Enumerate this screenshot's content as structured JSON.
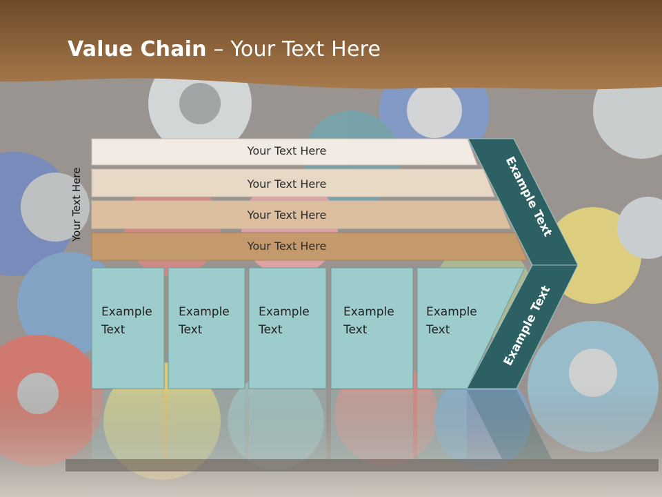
{
  "title": {
    "bold": "Value Chain",
    "rest": " – Your Text Here"
  },
  "side_label": "Your Text Here",
  "bars": [
    {
      "label": "Your Text Here",
      "color": "#f1ebe4"
    },
    {
      "label": "Your Text Here",
      "color": "#e8d8c6"
    },
    {
      "label": "Your Text Here",
      "color": "#dcbf9f"
    },
    {
      "label": "Your Text Here",
      "color": "#c49a6c"
    }
  ],
  "boxes": [
    {
      "line1": "Example",
      "line2": "Text"
    },
    {
      "line1": "Example",
      "line2": "Text"
    },
    {
      "line1": "Example",
      "line2": "Text"
    },
    {
      "line1": "Example",
      "line2": "Text"
    },
    {
      "line1": "Example",
      "line2": "Text"
    }
  ],
  "arrows": {
    "upper": "Example Text",
    "lower": "Example Text"
  },
  "colors": {
    "header_brown": "#7e5630",
    "box_teal": "#9ccccc",
    "chevron_teal": "#2c6062"
  }
}
